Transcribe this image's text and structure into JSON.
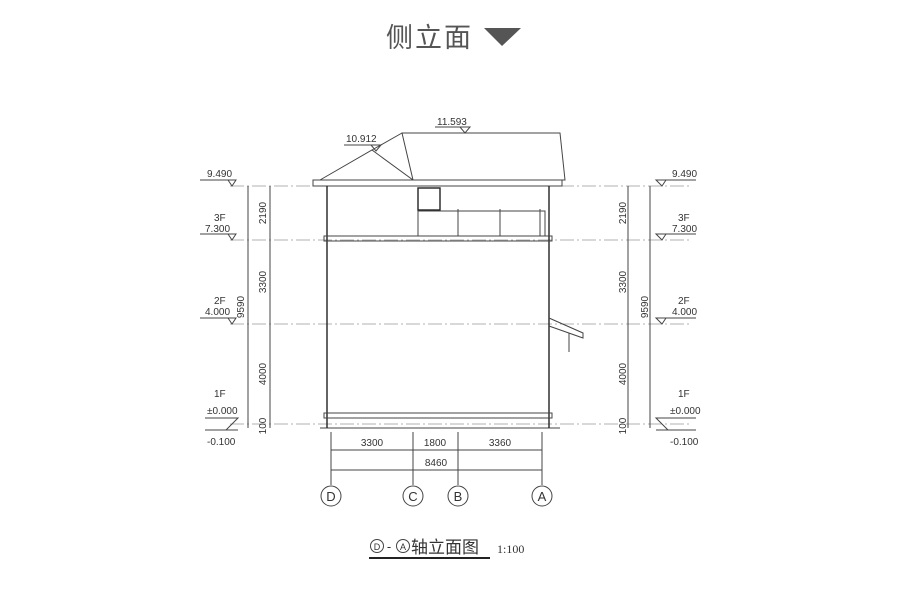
{
  "header": {
    "title": "侧立面",
    "icon": "triangle-down-icon",
    "color": "#555555"
  },
  "levels_left": [
    {
      "floor": "",
      "value": "9.490"
    },
    {
      "floor": "3F",
      "value": "7.300"
    },
    {
      "floor": "2F",
      "value": "4.000"
    },
    {
      "floor": "1F",
      "value": "±0.000"
    },
    {
      "floor": "",
      "value": "-0.100"
    }
  ],
  "roof": {
    "ridge": "11.593",
    "hip": "10.912"
  },
  "vertical_dims": {
    "segments": [
      "2190",
      "3300",
      "4000",
      "100"
    ],
    "total": "9590"
  },
  "horizontal_dims": {
    "segments": [
      "3300",
      "1800",
      "3360"
    ],
    "total": "8460"
  },
  "axes": [
    "D",
    "C",
    "B",
    "A"
  ],
  "caption": {
    "from": "D",
    "dash": "-",
    "to": "A",
    "text": "轴立面图",
    "scale": "1:100"
  }
}
